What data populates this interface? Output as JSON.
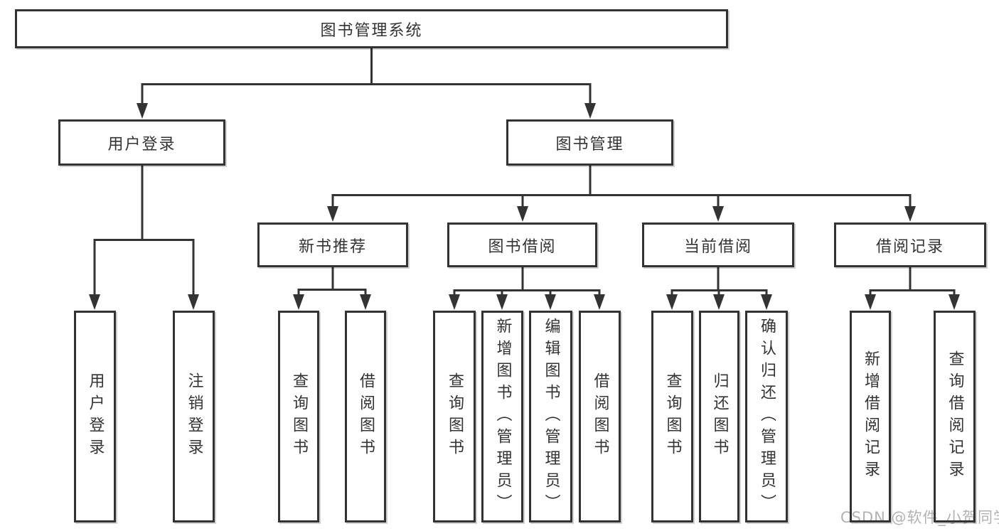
{
  "tree": {
    "label": "图书管理系统",
    "children": [
      {
        "label": "用户登录",
        "children": [
          {
            "label": "用户登录"
          },
          {
            "label": "注销登录"
          }
        ]
      },
      {
        "label": "图书管理",
        "children": [
          {
            "label": "新书推荐",
            "children": [
              {
                "label": "查询图书"
              },
              {
                "label": "借阅图书"
              }
            ]
          },
          {
            "label": "图书借阅",
            "children": [
              {
                "label": "查询图书"
              },
              {
                "label": "新增图书（管理员）"
              },
              {
                "label": "编辑图书（管理员）"
              },
              {
                "label": "借阅图书"
              }
            ]
          },
          {
            "label": "当前借阅",
            "children": [
              {
                "label": "查询图书"
              },
              {
                "label": "归还图书"
              },
              {
                "label": "确认归还（管理员）"
              }
            ]
          },
          {
            "label": "借阅记录",
            "children": [
              {
                "label": "新增借阅记录"
              },
              {
                "label": "查询借阅记录"
              }
            ]
          }
        ]
      }
    ]
  },
  "watermark": {
    "text": "CSDN @软件_小贺同学",
    "color": "#b2b2b2"
  },
  "colors": {
    "line": "#333333",
    "box_border": "#333333",
    "text": "#333333",
    "background": "#ffffff"
  }
}
